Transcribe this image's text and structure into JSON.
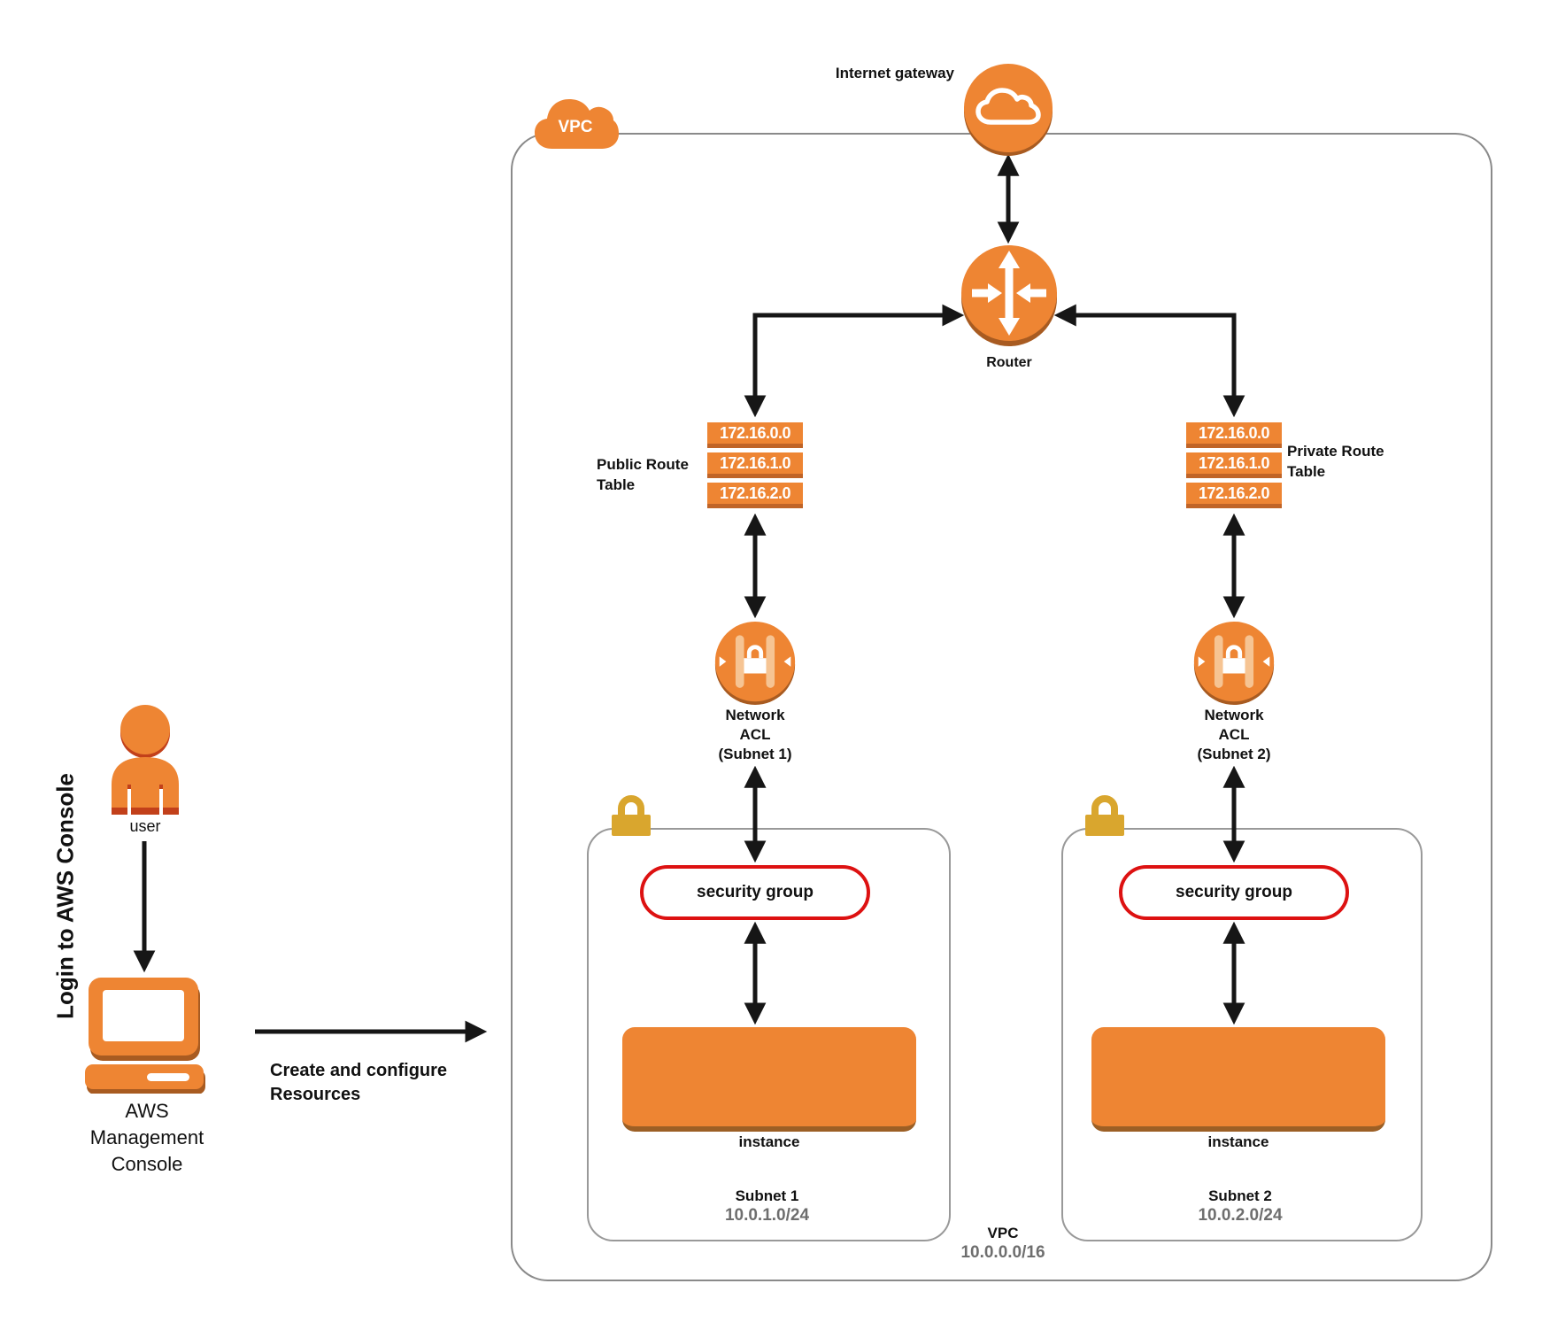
{
  "ig": {
    "label": "Internet gateway"
  },
  "vpc": {
    "cloud_label": "VPC",
    "name": "VPC",
    "cidr": "10.0.0.0/16"
  },
  "router": {
    "label": "Router"
  },
  "rt": {
    "public": {
      "line1": "Public Route",
      "line2": "Table",
      "routes": [
        "172.16.0.0",
        "172.16.1.0",
        "172.16.2.0"
      ]
    },
    "private": {
      "line1": "Private Route",
      "line2": "Table",
      "routes": [
        "172.16.0.0",
        "172.16.1.0",
        "172.16.2.0"
      ]
    }
  },
  "acl1": {
    "line1": "Network",
    "line2": "ACL",
    "line3": "(Subnet 1)"
  },
  "acl2": {
    "line1": "Network",
    "line2": "ACL",
    "line3": "(Subnet 2)"
  },
  "subnet1": {
    "sg": "security group",
    "instance": "instance",
    "name": "Subnet 1",
    "cidr": "10.0.1.0/24"
  },
  "subnet2": {
    "sg": "security group",
    "instance": "instance",
    "name": "Subnet 2",
    "cidr": "10.0.2.0/24"
  },
  "flow": {
    "user_label": "user",
    "login_label": "Login to AWS Console",
    "console": [
      "AWS",
      "Management",
      "Console"
    ],
    "action": [
      "Create and configure",
      "Resources"
    ]
  },
  "colors": {
    "orange": "#EE8533",
    "orange_shadow": "#A85B21",
    "bar_shadow": "#C06427",
    "user_red": "#C2401A",
    "gold": "#D9A62E",
    "sg_red": "#DD1111",
    "border_gray": "#8A8A8A",
    "subnet_gray": "#999999",
    "text_gray": "#6E6E6E",
    "ink": "#111111"
  }
}
